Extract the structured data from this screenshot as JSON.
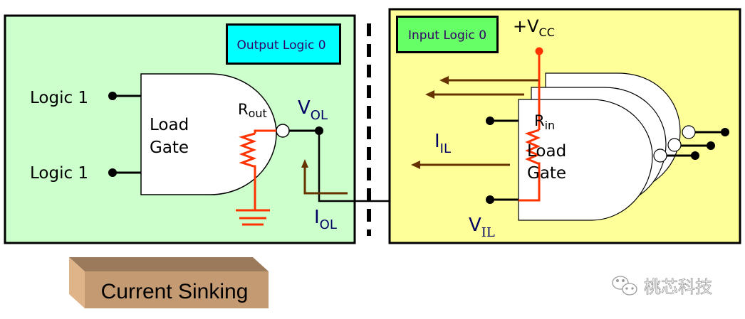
{
  "output_panel": {
    "badge": "Output Logic 0",
    "inputs": [
      "Logic 1",
      "Logic 1"
    ],
    "gate_label_line1": "Load",
    "gate_label_line2": "Gate",
    "resistor_main": "R",
    "resistor_sub": "out",
    "voltage_main": "V",
    "voltage_sub": "OL",
    "current_main": "I",
    "current_sub": "OL"
  },
  "input_panel": {
    "badge": "Input Logic 0",
    "supply_main": "+V",
    "supply_sub": "CC",
    "gate_label_line1": "Load",
    "gate_label_line2": "Gate",
    "resistor_main": "R",
    "resistor_sub": "in",
    "voltage_main": "V",
    "voltage_sub": "IL",
    "current_main": "I",
    "current_sub": "IL"
  },
  "caption": "Current Sinking",
  "watermark": "桃芯科技",
  "colors": {
    "output_panel_bg": "#ccffcc",
    "input_panel_bg": "#ffff99",
    "output_badge_bg": "#00ffff",
    "input_badge_bg": "#66ff66",
    "resistor": "#ff3300",
    "current_arrow": "#663300",
    "label_blue": "#000066",
    "badge_text": "#330066"
  }
}
